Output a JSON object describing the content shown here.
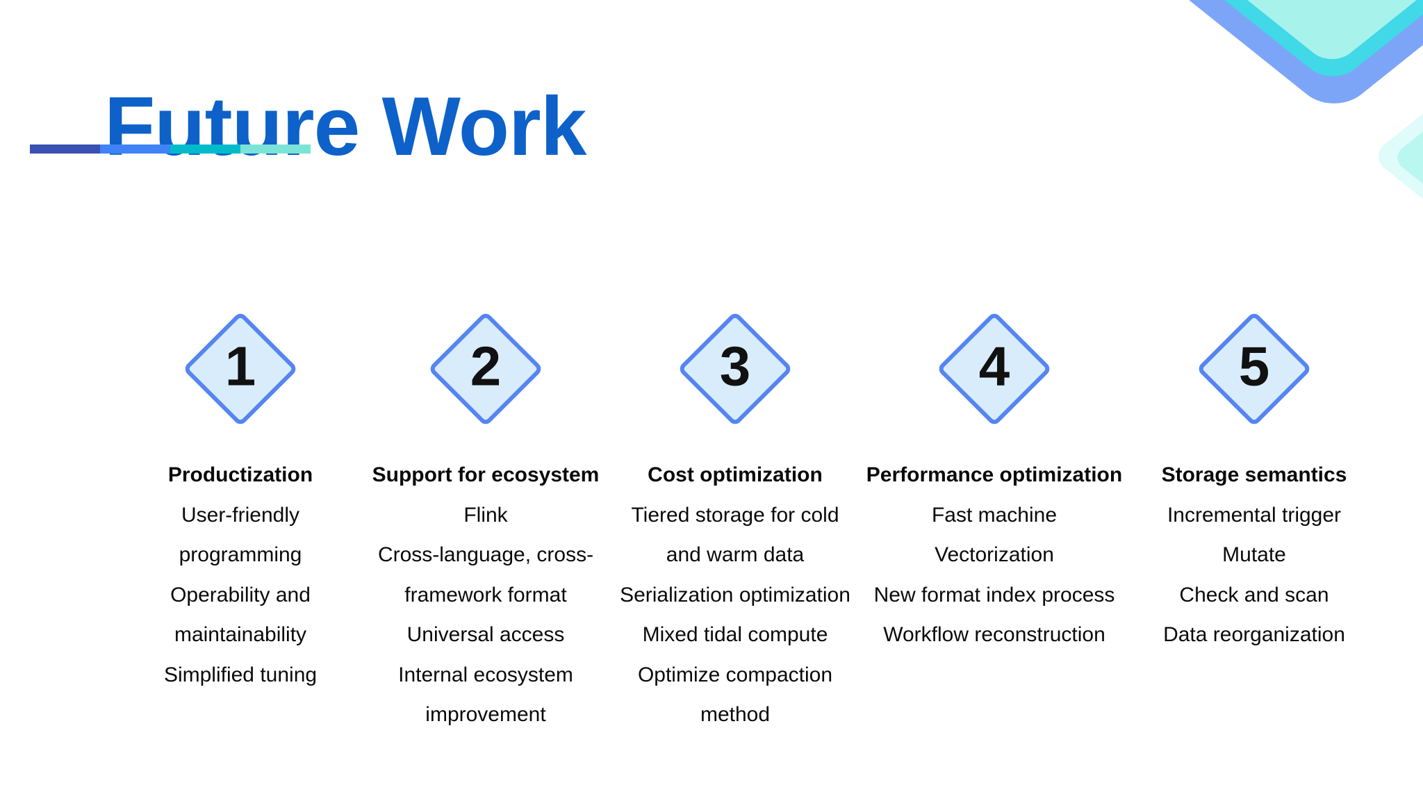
{
  "slide": {
    "title": "Future Work",
    "title_color": "#0d61c9",
    "accent_bar_colors": [
      "#3a50b3",
      "#3f83f6",
      "#00bccb",
      "#7be3d7"
    ],
    "diamond_style": {
      "fill": "#d9ecfb",
      "border": "#5585f2"
    },
    "decor": {
      "topright_diamond_colors": [
        "#7ca5f8",
        "#41d8e8",
        "#a7f3ec"
      ],
      "right_edge_diamond_colors": [
        "#dffbfa",
        "#baf7f0"
      ]
    },
    "columns": [
      {
        "number": "1",
        "title": "Productization",
        "items": [
          [
            "User-friendly",
            "programming"
          ],
          [
            "Operability and",
            "maintainability"
          ],
          [
            "Simplified tuning"
          ]
        ]
      },
      {
        "number": "2",
        "title": "Support for ecosystem",
        "items": [
          [
            "Flink"
          ],
          [
            "Cross-language, cross-",
            "framework format"
          ],
          [
            "Universal access"
          ],
          [
            "Internal ecosystem",
            "improvement"
          ]
        ]
      },
      {
        "number": "3",
        "title": "Cost optimization",
        "items": [
          [
            "Tiered storage for cold",
            "and warm data"
          ],
          [
            "Serialization optimization"
          ],
          [
            "Mixed tidal compute"
          ],
          [
            "Optimize compaction",
            "method"
          ]
        ]
      },
      {
        "number": "4",
        "title": "Performance optimization",
        "items": [
          [
            "Fast machine"
          ],
          [
            "Vectorization"
          ],
          [
            "New format index process"
          ],
          [
            "Workflow reconstruction"
          ]
        ]
      },
      {
        "number": "5",
        "title": "Storage semantics",
        "items": [
          [
            "Incremental trigger"
          ],
          [
            "Mutate"
          ],
          [
            "Check and scan"
          ],
          [
            "Data reorganization"
          ]
        ]
      }
    ]
  }
}
